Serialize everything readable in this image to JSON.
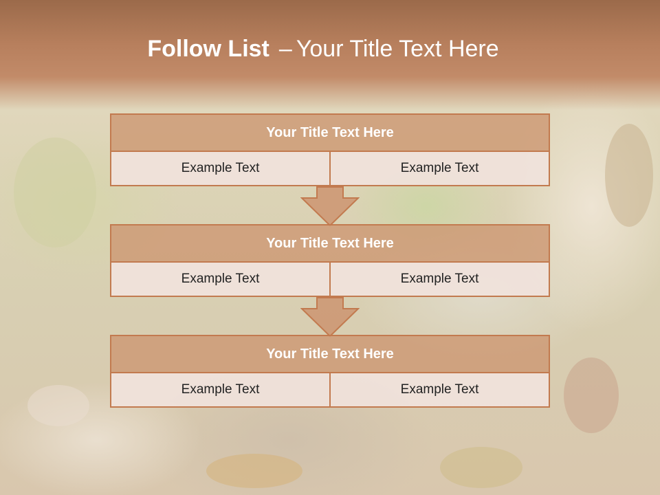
{
  "slide": {
    "title_bold": "Follow List",
    "title_dash": "–",
    "title_rest": "Your Title Text Here",
    "colors": {
      "band": "#b77f5d",
      "box_fill": "#cd9874",
      "box_border": "#c27a4f",
      "cell_fill": "#f0e2db"
    },
    "steps": [
      {
        "title": "Your Title Text Here",
        "left": "Example Text",
        "right": "Example Text"
      },
      {
        "title": "Your Title Text Here",
        "left": "Example Text",
        "right": "Example Text"
      },
      {
        "title": "Your Title Text Here",
        "left": "Example Text",
        "right": "Example Text"
      }
    ]
  }
}
